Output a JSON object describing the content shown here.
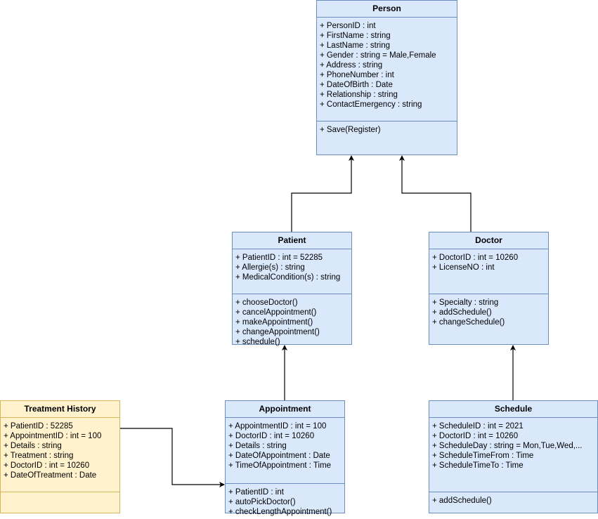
{
  "colors": {
    "class_fill": "#dae8fc",
    "class_stroke": "#6c8ebf",
    "note_fill": "#fff2cc",
    "note_stroke": "#d6b656",
    "edge": "#000000"
  },
  "classes": {
    "person": {
      "name": "Person",
      "attributes": [
        "+ PersonID : int",
        "+ FirstName : string",
        "+ LastName : string",
        "+ Gender : string = Male,Female",
        "+ Address : string",
        "+ PhoneNumber : int",
        "+ DateOfBirth : Date",
        "+ Relationship : string",
        "+ ContactEmergency : string"
      ],
      "methods": [
        "+ Save(Register)"
      ]
    },
    "patient": {
      "name": "Patient",
      "attributes": [
        "+ PatientID : int = 52285",
        "+ Allergie(s) : string",
        "+ MedicalCondition(s) : string"
      ],
      "methods": [
        "+ chooseDoctor()",
        "+ cancelAppointment()",
        "+ makeAppointment()",
        "+ changeAppointment()",
        "+ schedule()"
      ]
    },
    "doctor": {
      "name": "Doctor",
      "attributes": [
        "+ DoctorID : int = 10260",
        "+ LicenseNO : int"
      ],
      "methods": [
        "+ Specialty : string",
        "+ addSchedule()",
        "+ changeSchedule()"
      ]
    },
    "treatment_history": {
      "name": "Treatment History",
      "attributes": [
        "+ PatientID : 52285",
        "+ AppointmentID : int = 100",
        "+ Details : string",
        "+ Treatment : string",
        "+ DoctorID : int = 10260",
        "+ DateOfTreatment : Date"
      ],
      "methods": []
    },
    "appointment": {
      "name": "Appointment",
      "attributes": [
        "+ AppointmentID : int = 100",
        "+ DoctorID : int = 10260",
        "+ Details : string",
        "+ DateOfAppointment : Date",
        "+ TimeOfAppointment : Time"
      ],
      "methods": [
        "+ PatientID : int",
        "+ autoPickDoctor()",
        "+ checkLengthAppointment()"
      ]
    },
    "schedule": {
      "name": "Schedule",
      "attributes": [
        "+ ScheduleID : int = 2021",
        "+ DoctorID : int = 10260",
        "+ ScheduleDay : string = Mon,Tue,Wed,...",
        "+ ScheduleTimeFrom : Time",
        "+ ScheduleTimeTo : Time"
      ],
      "methods": [
        "+ addSchedule()"
      ]
    }
  },
  "relations": [
    {
      "from": "patient",
      "to": "person",
      "kind": "inheritance"
    },
    {
      "from": "doctor",
      "to": "person",
      "kind": "inheritance"
    },
    {
      "from": "appointment",
      "to": "patient",
      "kind": "inheritance"
    },
    {
      "from": "schedule",
      "to": "doctor",
      "kind": "inheritance"
    },
    {
      "from": "treatment_history",
      "to": "appointment",
      "kind": "association"
    }
  ]
}
